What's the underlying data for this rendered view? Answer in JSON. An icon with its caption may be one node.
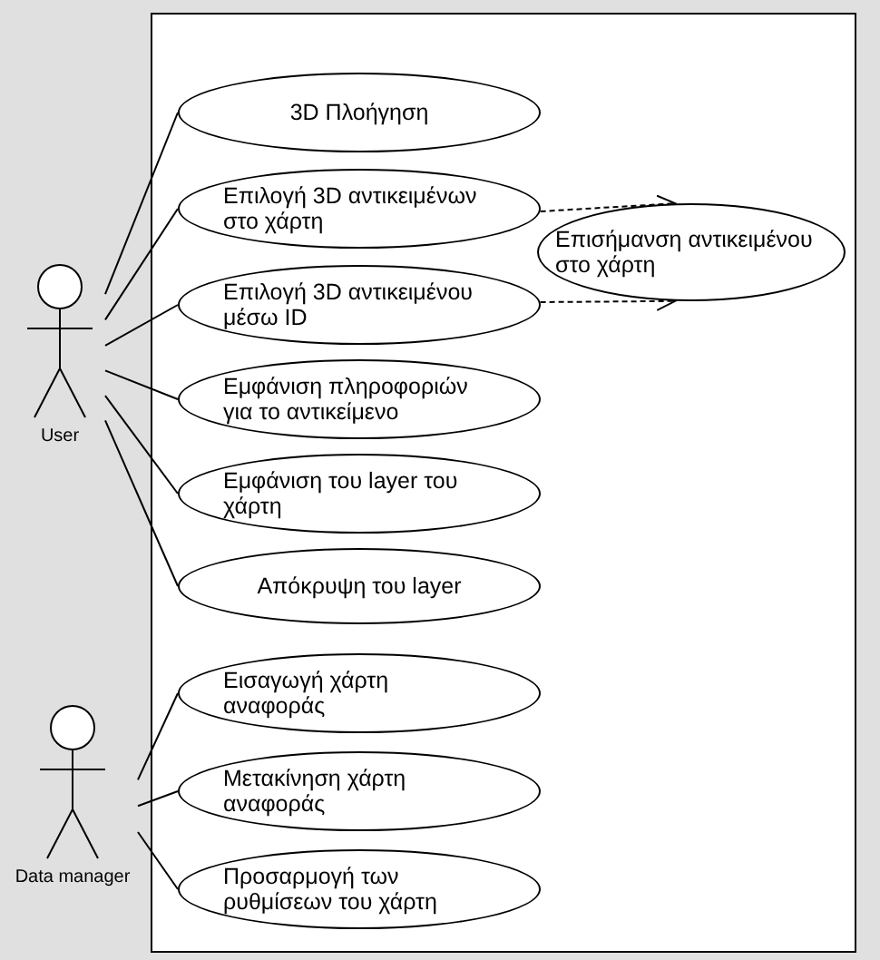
{
  "diagram": {
    "nodes": [
      {
        "text": [
          "User"
        ]
      },
      {
        "text": [
          "Data manager"
        ]
      },
      {
        "text": [],
        "shape": "box"
      },
      {
        "text": [
          "3D Πλοήγηση"
        ],
        "in": 2
      },
      {
        "text": [
          "Επιλογή 3D αντικειμένων στο χάρτη"
        ],
        "in": 2
      },
      {
        "text": [
          "Επισήμανση αντικειμένου στο χάρτη"
        ],
        "in": 2
      },
      {
        "text": [
          "Επιλογή 3D αντικειμένου μέσω ID"
        ],
        "in": 2
      },
      {
        "text": [
          "Εμφάνιση πληροφοριών για το αντικείμενο"
        ],
        "in": 2
      },
      {
        "text": [
          "Εμφάνιση του layer του χάρτη"
        ],
        "in": 2
      },
      {
        "text": [
          "Απόκρυψη του layer"
        ],
        "in": 2
      },
      {
        "text": [
          "Εισαγωγή χάρτη αναφοράς"
        ],
        "in": 2
      },
      {
        "text": [
          "Μετακίνηση χάρτη αναφοράς"
        ],
        "in": 2
      },
      {
        "text": [
          "Προσαρμογή των ρυθμίσεων του χάρτη"
        ],
        "in": 2
      }
    ],
    "edges": [
      {
        "from": 0,
        "to": 3,
        "arrow": "none"
      },
      {
        "from": 0,
        "to": 4,
        "arrow": "none"
      },
      {
        "from": 0,
        "to": 6,
        "arrow": "none"
      },
      {
        "from": 0,
        "to": 7,
        "arrow": "none"
      },
      {
        "from": 0,
        "to": 8,
        "arrow": "none"
      },
      {
        "from": 0,
        "to": 9,
        "arrow": "none"
      },
      {
        "from": 4,
        "to": 5,
        "arrow": "to",
        "style": "dashed"
      },
      {
        "from": 6,
        "to": 5,
        "arrow": "to",
        "style": "dashed"
      },
      {
        "from": 1,
        "to": 10,
        "arrow": "none"
      },
      {
        "from": 1,
        "to": 11,
        "arrow": "none"
      },
      {
        "from": 1,
        "to": 12,
        "arrow": "none"
      }
    ]
  }
}
